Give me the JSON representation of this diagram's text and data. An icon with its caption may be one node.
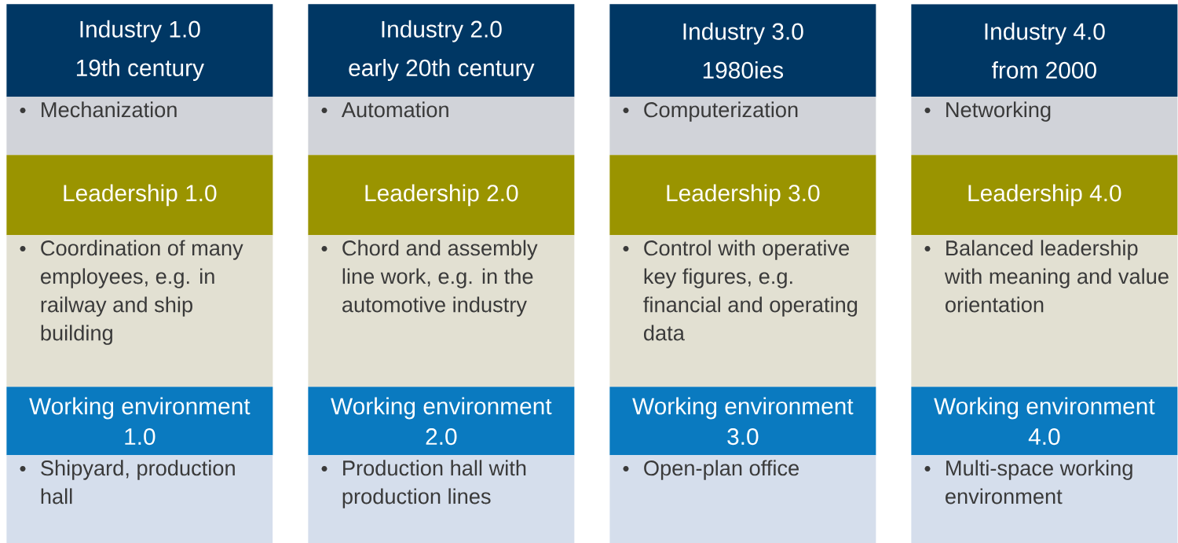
{
  "diagram": {
    "nodes": [
      {
        "text": [
          "Industry 1.0",
          "19th century"
        ]
      },
      {
        "text": [
          "Mechanization"
        ]
      },
      {
        "text": [
          "Leadership 1.0"
        ]
      },
      {
        "text": [
          "Coordination of many employees, e.g. in railway and ship building"
        ]
      },
      {
        "text": [
          "Working environment 1.0"
        ]
      },
      {
        "text": [
          "Shipyard, production hall"
        ]
      },
      {
        "text": [
          "Industry 2.0",
          "early 20th century"
        ]
      },
      {
        "text": [
          "Automation"
        ]
      },
      {
        "text": [
          "Leadership 2.0"
        ]
      },
      {
        "text": [
          "Chord and assembly line work, e.g. in the automotive industry"
        ]
      },
      {
        "text": [
          "Working environment 2.0"
        ]
      },
      {
        "text": [
          "Production hall with production lines"
        ]
      },
      {
        "text": [
          "Industry 3.0",
          "1980ies"
        ]
      },
      {
        "text": [
          "Computerization"
        ]
      },
      {
        "text": [
          "Leadership 3.0"
        ]
      },
      {
        "text": [
          "Control with operative key figures, e.g. financial and operating data"
        ]
      },
      {
        "text": [
          "Working environment 3.0"
        ]
      },
      {
        "text": [
          "Open-plan office"
        ]
      },
      {
        "text": [
          "Industry 4.0",
          "from 2000"
        ]
      },
      {
        "text": [
          "Networking"
        ]
      },
      {
        "text": [
          "Leadership 4.0"
        ]
      },
      {
        "text": [
          "Balanced leadership with meaning and value orientation"
        ]
      },
      {
        "text": [
          "Working environment 4.0"
        ]
      },
      {
        "text": [
          "Multi-space working environment"
        ]
      }
    ]
  }
}
